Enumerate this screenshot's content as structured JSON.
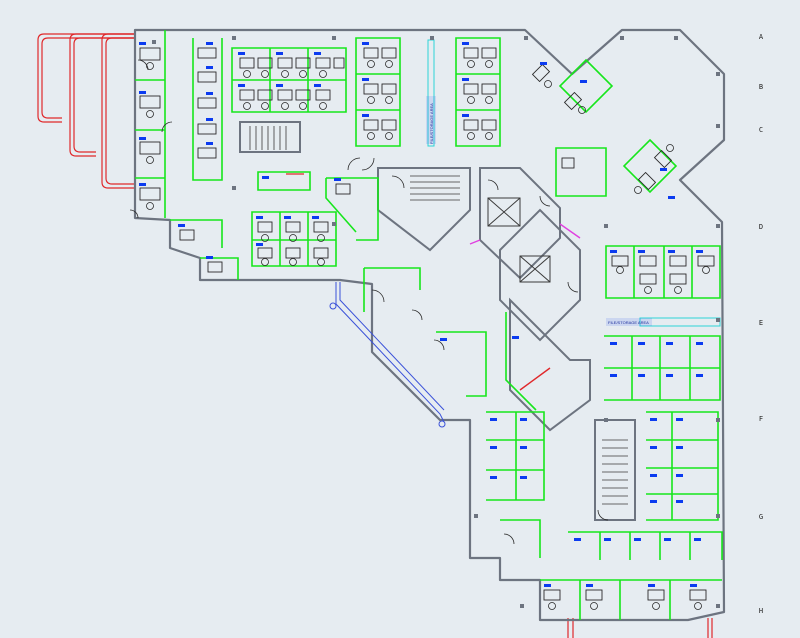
{
  "plan": {
    "colors": {
      "background": "#e6ecf1",
      "wall": "#6d7480",
      "partition": "#17e61c",
      "furniture": "#2b2b2b",
      "tag": "#0b3bf0",
      "tag_text": "#1a2c9a",
      "stair": "#3a3a3a",
      "balcony": "#e0282b",
      "glazing": "#3b52d9",
      "cyan": "#2fd3d8",
      "magenta": "#e040e0"
    },
    "labels": {
      "storage_a": "FILE/STORAGE AREA",
      "storage_b": "FILE/STORAGE AREA"
    },
    "side_marks": [
      "A",
      "B",
      "C",
      "D",
      "E",
      "F",
      "G",
      "H"
    ]
  }
}
